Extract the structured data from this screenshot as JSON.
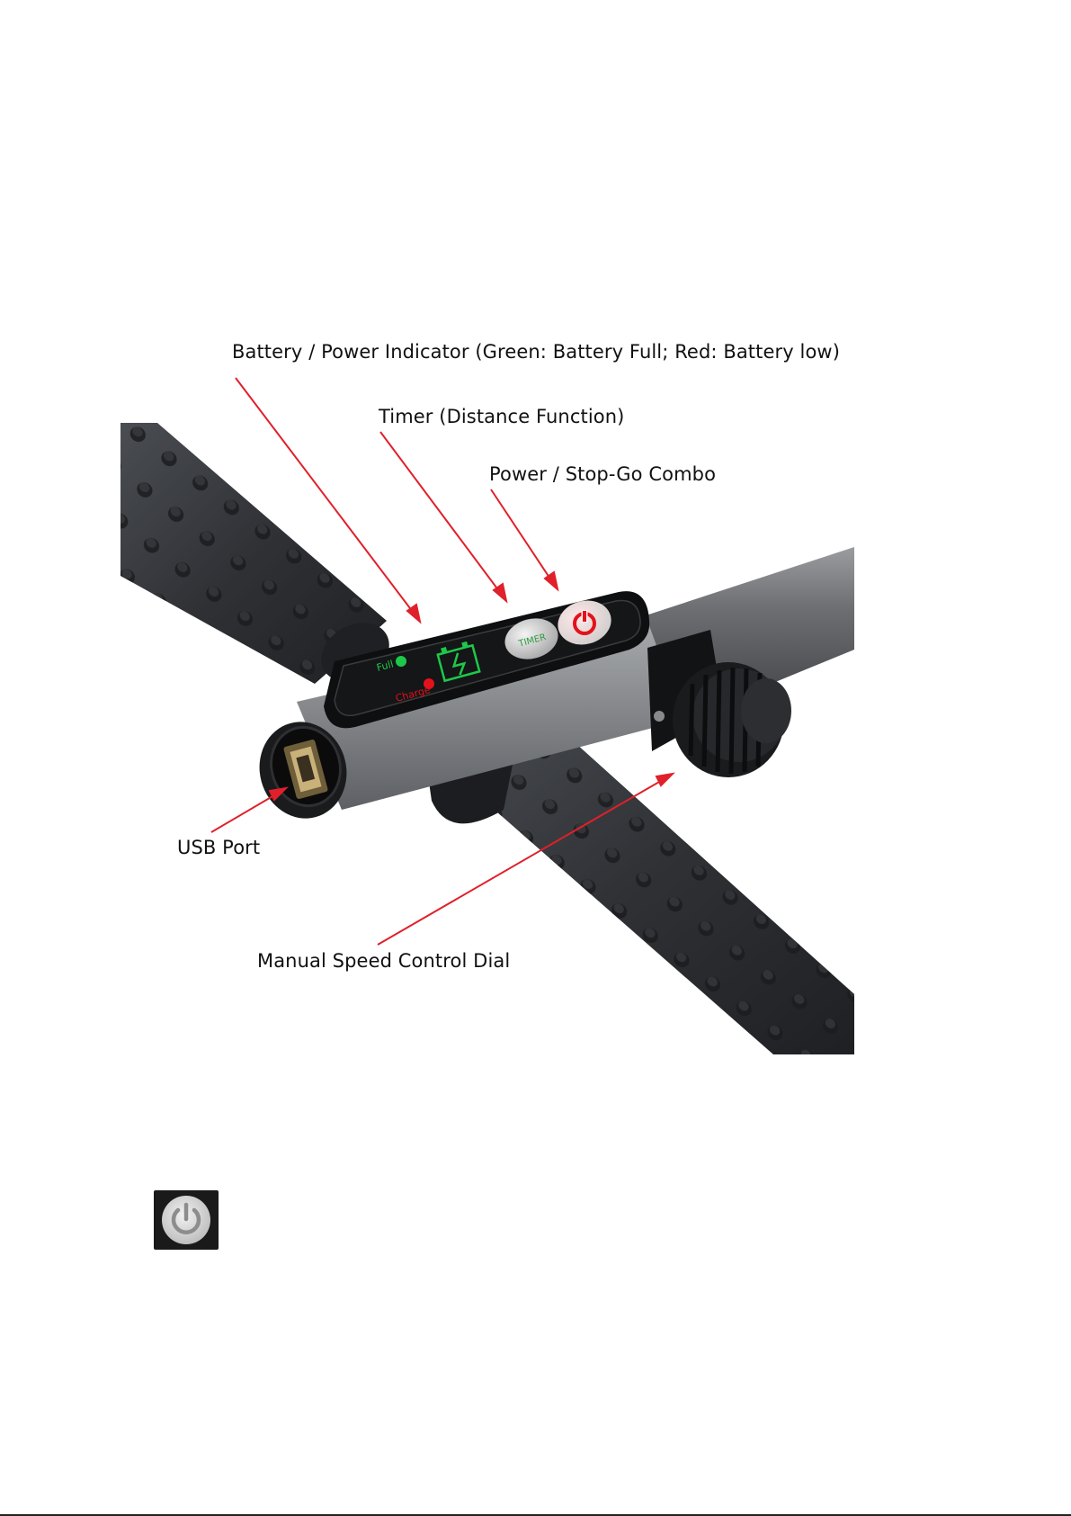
{
  "labels": {
    "battery": "Battery / Power Indicator (Green: Battery Full; Red: Battery low)",
    "timer": "Timer (Distance Function)",
    "power": "Power / Stop-Go Combo",
    "usb": "USB Port",
    "dial": "Manual Speed Control Dial"
  },
  "panel": {
    "full": "Full",
    "charge": "Charge",
    "timer_button": "TIMER"
  },
  "colors": {
    "arrow": "#e0202a",
    "led_green": "#1ec84a",
    "led_red": "#e3121c",
    "grip": "#3a3d42",
    "tube": "#7b7d80"
  },
  "icons": [
    "power-icon",
    "battery-charging-icon",
    "usb-icon"
  ]
}
